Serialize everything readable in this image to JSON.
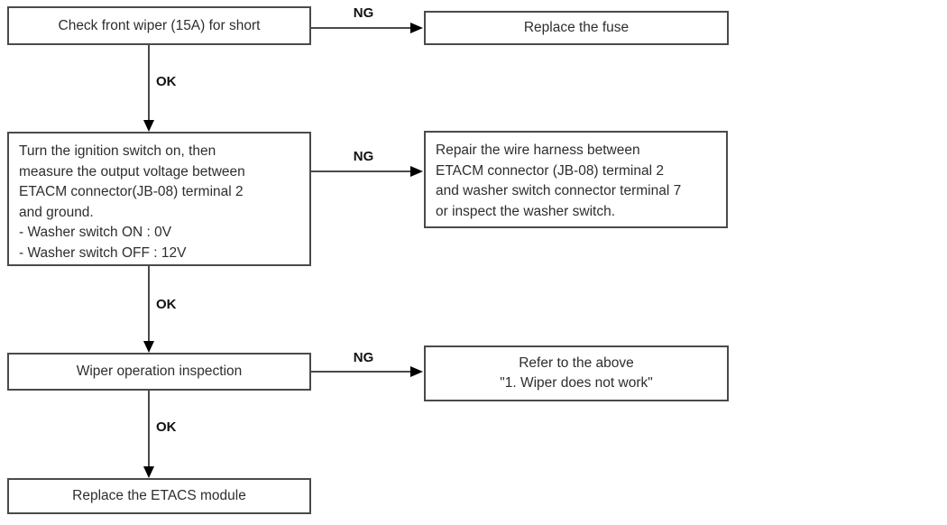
{
  "diagram": {
    "labels": {
      "ng": "NG",
      "ok": "OK"
    },
    "nodes": {
      "check_fuse": {
        "text": "Check front wiper (15A) for short"
      },
      "replace_fuse": {
        "text": "Replace the fuse"
      },
      "measure_voltage": {
        "lines": [
          "Turn the ignition switch on, then",
          "measure the output voltage between",
          "ETACM connector(JB-08) terminal 2",
          "and ground.",
          "- Washer switch ON : 0V",
          "- Washer switch OFF : 12V"
        ]
      },
      "repair_harness": {
        "lines": [
          "Repair the wire harness between",
          "ETACM connector (JB-08) terminal 2",
          "and washer switch connector terminal 7",
          "or inspect the washer switch."
        ]
      },
      "wiper_inspection": {
        "text": "Wiper operation inspection"
      },
      "refer_above": {
        "lines": [
          "Refer to the above",
          "\"1. Wiper does not work\""
        ]
      },
      "replace_etacs": {
        "text": "Replace the ETACS module"
      }
    },
    "colors": {
      "line": "#4a4a4a",
      "text": "#2e2e2e",
      "background": "#ffffff"
    }
  }
}
